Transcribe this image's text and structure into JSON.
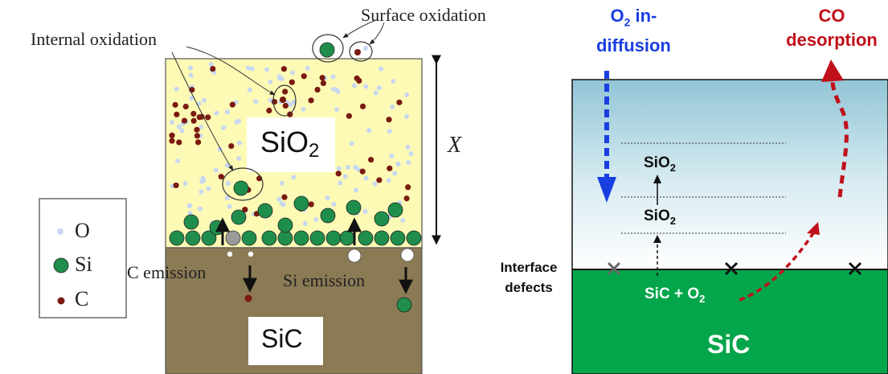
{
  "left_panel": {
    "internal_oxidation": "Internal oxidation",
    "surface_oxidation": "Surface oxidation",
    "sio2_label": "SiO",
    "sio2_sub": "2",
    "sic_label": "SiC",
    "thickness_label": "X",
    "c_emission": "C emission",
    "si_emission": "Si emission",
    "legend": [
      {
        "symbol": "O",
        "label": "O"
      },
      {
        "symbol": "Si",
        "label": "Si"
      },
      {
        "symbol": "C",
        "label": "C"
      }
    ]
  },
  "right_panel": {
    "o2_label_1": "O",
    "o2_sub": "2",
    "o2_label_2": " in-",
    "o2_label_3": "diffusion",
    "co_label_1": "CO",
    "co_label_2": "desorption",
    "sio2_upper": "SiO",
    "sio2_upper_sub": "2",
    "sio2_lower": "SiO",
    "sio2_lower_sub": "2",
    "interface_1": "Interface",
    "interface_2": "defects",
    "reaction": "SiC + O",
    "reaction_sub": "2",
    "sic_label": "SiC"
  },
  "colors": {
    "sio2_fill": "#fdfab5",
    "sic_fill_left": "#8b7b55",
    "oxygen": "#c8d8f0",
    "silicon": "#1f8e4c",
    "carbon": "#7a1a10",
    "gray_atom": "#9a9a9a",
    "o2_blue": "#1a3fe0",
    "co_red": "#c0101a",
    "sic_green": "#03a64a",
    "oxide_top": "#92c5d6"
  }
}
